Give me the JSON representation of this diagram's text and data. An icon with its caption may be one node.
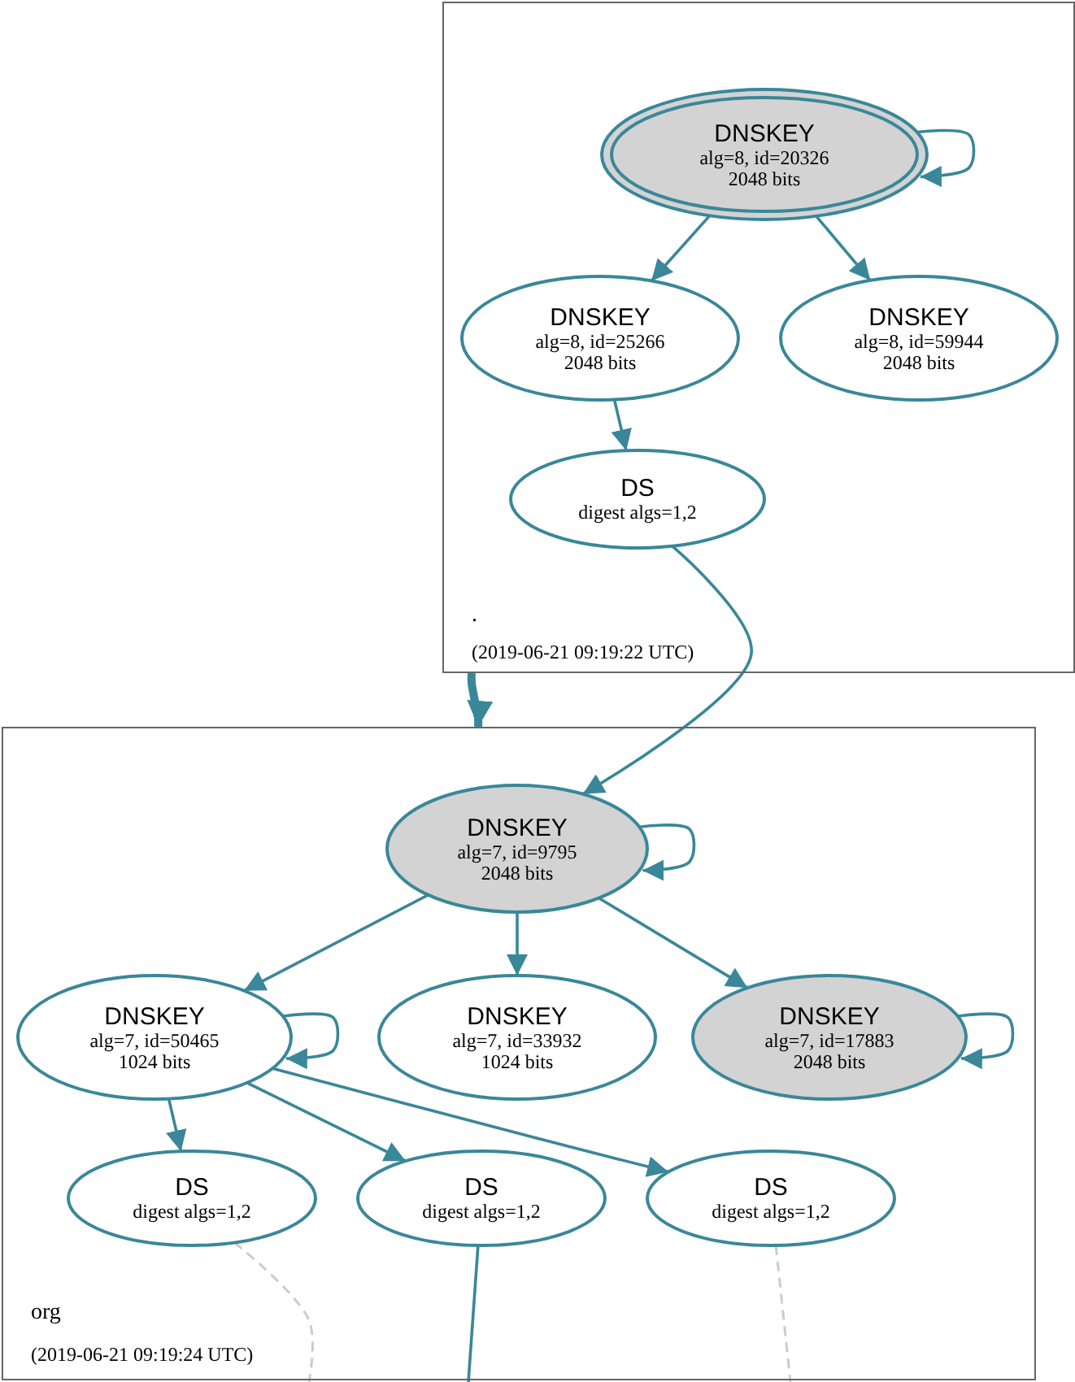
{
  "diagram": {
    "nodes": [
      {
        "text": [
          ".",
          "(2019-06-21 09:19:22 UTC)"
        ]
      },
      {
        "text": [
          "DNSKEY",
          "alg=8, id=20326",
          "2048 bits"
        ],
        "in": 0
      },
      {
        "text": [
          "DNSKEY",
          "alg=8, id=25266",
          "2048 bits"
        ],
        "in": 0
      },
      {
        "text": [
          "DNSKEY",
          "alg=8, id=59944",
          "2048 bits"
        ],
        "in": 0
      },
      {
        "text": [
          "DS",
          "digest algs=1,2"
        ],
        "in": 0
      },
      {
        "text": [
          "org",
          "(2019-06-21 09:19:24 UTC)"
        ]
      },
      {
        "text": [
          "DNSKEY",
          "alg=7, id=9795",
          "2048 bits"
        ],
        "in": 5
      },
      {
        "text": [
          "DNSKEY",
          "alg=7, id=50465",
          "1024 bits"
        ],
        "in": 5
      },
      {
        "text": [
          "DNSKEY",
          "alg=7, id=33932",
          "1024 bits"
        ],
        "in": 5
      },
      {
        "text": [
          "DNSKEY",
          "alg=7, id=17883",
          "2048 bits"
        ],
        "in": 5
      },
      {
        "text": [
          "DS",
          "digest algs=1,2"
        ],
        "in": 5
      },
      {
        "text": [
          "DS",
          "digest algs=1,2"
        ],
        "in": 5
      },
      {
        "text": [
          "DS",
          "digest algs=1,2"
        ],
        "in": 5
      }
    ],
    "edges": [
      {
        "from": 1,
        "to": 1,
        "arrow": "to"
      },
      {
        "from": 1,
        "to": 2,
        "arrow": "to"
      },
      {
        "from": 1,
        "to": 3,
        "arrow": "to"
      },
      {
        "from": 2,
        "to": 4,
        "arrow": "to"
      },
      {
        "from": 4,
        "to": 6,
        "arrow": "to"
      },
      {
        "from": 0,
        "to": 5,
        "arrow": "to",
        "style": "thick"
      },
      {
        "from": 6,
        "to": 6,
        "arrow": "to"
      },
      {
        "from": 6,
        "to": 7,
        "arrow": "to"
      },
      {
        "from": 6,
        "to": 8,
        "arrow": "to"
      },
      {
        "from": 6,
        "to": 9,
        "arrow": "to"
      },
      {
        "from": 7,
        "to": 7,
        "arrow": "to"
      },
      {
        "from": 9,
        "to": 9,
        "arrow": "to"
      },
      {
        "from": 7,
        "to": 10,
        "arrow": "to"
      },
      {
        "from": 7,
        "to": 11,
        "arrow": "to"
      },
      {
        "from": 7,
        "to": 12,
        "arrow": "to"
      },
      {
        "from": 10,
        "to": null,
        "arrow": "none",
        "style": "dashed",
        "color": "#cccccc"
      },
      {
        "from": 11,
        "to": null,
        "arrow": "none"
      },
      {
        "from": 12,
        "to": null,
        "arrow": "none",
        "style": "dashed",
        "color": "#cccccc"
      }
    ]
  }
}
